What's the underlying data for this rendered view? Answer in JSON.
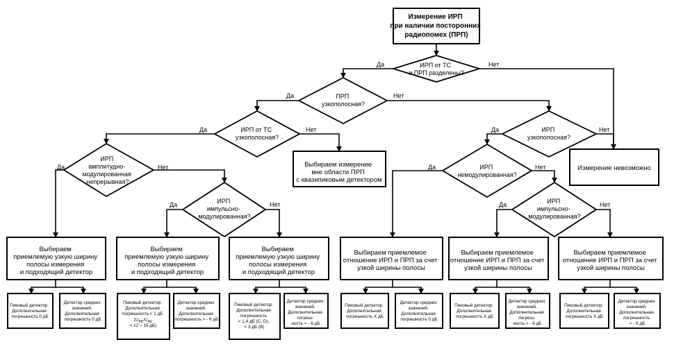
{
  "start": [
    "Измерение ИРП",
    "при наличии посторонних",
    "радиопомех (ПРП)"
  ],
  "labels": {
    "yes": "Да",
    "no": "Нет"
  },
  "decisions": {
    "d1": [
      "ИРП от ТС",
      "и ПРП разделены?"
    ],
    "d2": [
      "ПРП",
      "узкополосная?"
    ],
    "d3": [
      "ИРП от ТС",
      "узкополосная?"
    ],
    "d4": [
      "ИРП",
      "амплитудно-",
      "модулированная",
      "непрерывная?"
    ],
    "d5": [
      "ИРП",
      "импульсно-",
      "модулированная?"
    ],
    "d6": [
      "ИРП",
      "узкополосная?"
    ],
    "d7": [
      "ИРП",
      "немодулированная?"
    ],
    "d8": [
      "ИРП",
      "импульсно-",
      "модулированная?"
    ]
  },
  "actions": {
    "quasi_peak": [
      "Выбираем измерение",
      "вне области ПРП",
      "с квазипиковым детектором"
    ],
    "impossible": [
      "Измерение невозможно"
    ],
    "a1": [
      "Выбираем",
      "приемлемую узкую ширину",
      "полосы измерения",
      "и подходящий детектор"
    ],
    "a2": [
      "Выбираем",
      "приемлемую узкую ширину",
      "полосы измерения",
      "и подходящий детектор"
    ],
    "a3": [
      "Выбираем",
      "приемлемую узкую ширину",
      "полосы измерения",
      "и подходящий детектор"
    ],
    "a4": [
      "Выбираем приемлемое",
      "отношение ИРП и ПРП за счет",
      "узкой ширины полосы"
    ],
    "a5": [
      "Выбираем приемлемое",
      "отношение ИРП и ПРП за счет",
      "узкой ширины полосы"
    ],
    "a6": [
      "Выбираем приемлемое",
      "отношение ИРП и ПРП за счет",
      "узкой ширины полосы"
    ]
  },
  "results": {
    "r1a": [
      "Пиковый детектор.",
      "Дополнительная",
      "погрешность 0 дБ"
    ],
    "r1b": [
      "Детектор средних",
      "значений.",
      "Дополнительная",
      "погрешность 0 дБ"
    ],
    "r2a": [
      "Пиковый детектор.",
      "Дополнительная",
      "погрешность < 1 дБ",
      "(U",
      "PK",
      "/U",
      "AV",
      "< 12 – 15 дБ)"
    ],
    "r2b": [
      "Детектор средних",
      "значений.",
      "Дополнительная",
      "погрешность > - 6 дБ"
    ],
    "r3a": [
      "Пиковый детектор.",
      "Дополнительная",
      "погрешность",
      "< 1,4 дБ (С, D),",
      "< 3 дБ (В)"
    ],
    "r3b": [
      "Детектор средних",
      "значений.",
      "Дополнительная",
      "погреш-",
      "ность < - 6 дБ"
    ],
    "r4a": [
      "Пиковый детектор.",
      "Дополнительная",
      "погрешность X дБ"
    ],
    "r4b": [
      "Детектор средних",
      "значений.",
      "Дополнительная",
      "погрешность 0 дБ"
    ],
    "r5a": [
      "Пиковый детектор.",
      "Дополнительная",
      "погрешность X дБ"
    ],
    "r5b": [
      "Детектор средних",
      "значений.",
      "Дополнительная",
      "погреш-",
      "ность > - 6 дБ"
    ],
    "r6a": [
      "Пиковый детектор.",
      "Дополнительная",
      "погрешность X дБ"
    ],
    "r6b": [
      "Детектор средних",
      "значений.",
      "Дополнительная",
      "погрешность",
      "< - 6 дБ"
    ]
  }
}
